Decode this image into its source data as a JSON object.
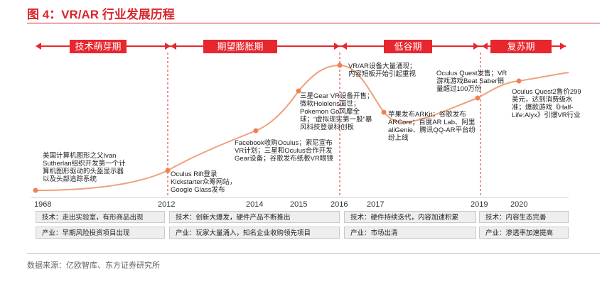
{
  "figure": {
    "title": "图 4：VR/AR 行业发展历程",
    "source": "数据来源：亿欧智库、东方证券研究所"
  },
  "colors": {
    "accent": "#d9242b",
    "phase_fill": "#e8262e",
    "curve": "#f0a07a",
    "grid": "#d9242b"
  },
  "phases": [
    {
      "label": "技术萌芽期"
    },
    {
      "label": "期望膨胀期"
    },
    {
      "label": "低谷期"
    },
    {
      "label": "复苏期"
    }
  ],
  "years": [
    "1968",
    "2012",
    "2014",
    "2015",
    "2016",
    "2017",
    "2019",
    "2020"
  ],
  "events": [
    "美国计算机图形之父Ivan Sutherlan组织开发第一个计算机图形驱动的头盔显示器以及头部追踪系统",
    "Oculus Rift登录Kickstarter众筹网站，Google Glass发布",
    "Facebook收购Oculus；索尼宣布VR计划；三星和Oculus合作开发Gear设备；谷歌发布纸板VR眼镜",
    "三星Gear VR设备开售；微软Hololens面世；Pokemon Go风靡全球；“虚拟现实第一股”暴风科技登录科创板",
    "VR/AR设备大量涌现；内容短板开始引起重视",
    "苹果发布ARKit；谷歌发布ARCore；百度AR Lab、阿里aliGenie、腾讯QQ-AR平台纷纷上线",
    "Oculus Quest发售；VR游戏游戏Beat Saber销量超过100万份",
    "Oculus Quest2售价299美元，达到消费级水准；爆款游戏《Half-Life:Alyx》引爆VR行业"
  ],
  "tech_row": [
    "技术：走出实验室，有形商品出现",
    "技术：创新大爆发，硬件产品不断推出",
    "技术：硬件持续迭代，内容加速积累",
    "技术：内容生态完善"
  ],
  "industry_row": [
    "产业：早期风险投资项目出现",
    "产业：玩家大量涌入，知名企业收购领先项目",
    "产业：市场出清",
    "产业：渗透率加速提高"
  ]
}
